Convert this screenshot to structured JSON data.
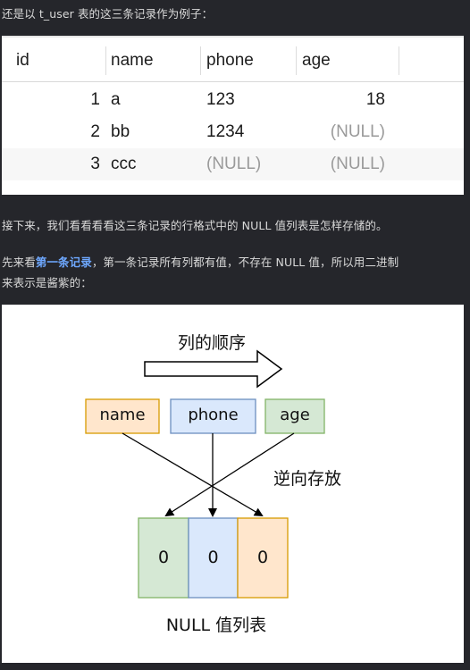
{
  "paragraphs": {
    "intro": "还是以 t_user 表的这三条记录作为例子：",
    "next": "接下来，我们看看看看这三条记录的行格式中的 NULL 值列表是怎样存储的。",
    "first_prefix": "先来看",
    "first_highlight": "第一条记录",
    "first_suffix": "，第一条记录所有列都有值，不存在 NULL 值，所以用二进制",
    "first_line2": "来表示是酱紫的："
  },
  "table": {
    "columns": [
      "id",
      "name",
      "phone",
      "age"
    ],
    "rows": [
      [
        "1",
        "a",
        "123",
        "18"
      ],
      [
        "2",
        "bb",
        "1234",
        "(NULL)"
      ],
      [
        "3",
        "ccc",
        "(NULL)",
        "(NULL)"
      ]
    ]
  },
  "diagram": {
    "order_label": "列的顺序",
    "columns": [
      "name",
      "phone",
      "age"
    ],
    "reverse_label": "逆向存放",
    "bits": [
      "0",
      "0",
      "0"
    ],
    "list_label": "NULL 值列表",
    "colors": {
      "name_fill": "#ffe6cc",
      "name_stroke": "#d79b00",
      "phone_fill": "#dae8fc",
      "phone_stroke": "#6c8ebf",
      "age_fill": "#d5e8d4",
      "age_stroke": "#82b366"
    }
  }
}
